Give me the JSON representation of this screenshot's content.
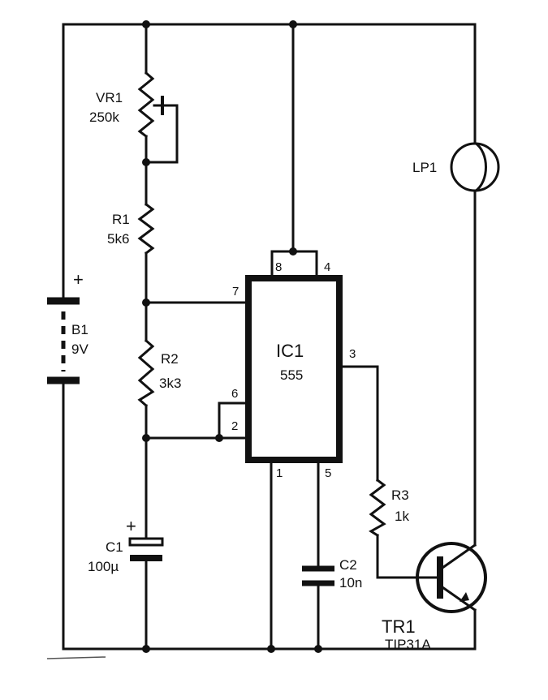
{
  "components": {
    "vr1": {
      "ref": "VR1",
      "value": "250k"
    },
    "r1": {
      "ref": "R1",
      "value": "5k6"
    },
    "r2": {
      "ref": "R2",
      "value": "3k3"
    },
    "r3": {
      "ref": "R3",
      "value": "1k"
    },
    "c1": {
      "ref": "C1",
      "value": "100µ",
      "polarity": "+"
    },
    "c2": {
      "ref": "C2",
      "value": "10n"
    },
    "b1": {
      "ref": "B1",
      "value": "9V",
      "polarity": "+"
    },
    "lp1": {
      "ref": "LP1"
    },
    "ic1": {
      "ref": "IC1",
      "value": "555"
    },
    "tr1": {
      "ref": "TR1",
      "value": "TIP31A"
    }
  },
  "ic_pins": {
    "p1": "1",
    "p2": "2",
    "p3": "3",
    "p4": "4",
    "p5": "5",
    "p6": "6",
    "p7": "7",
    "p8": "8"
  }
}
